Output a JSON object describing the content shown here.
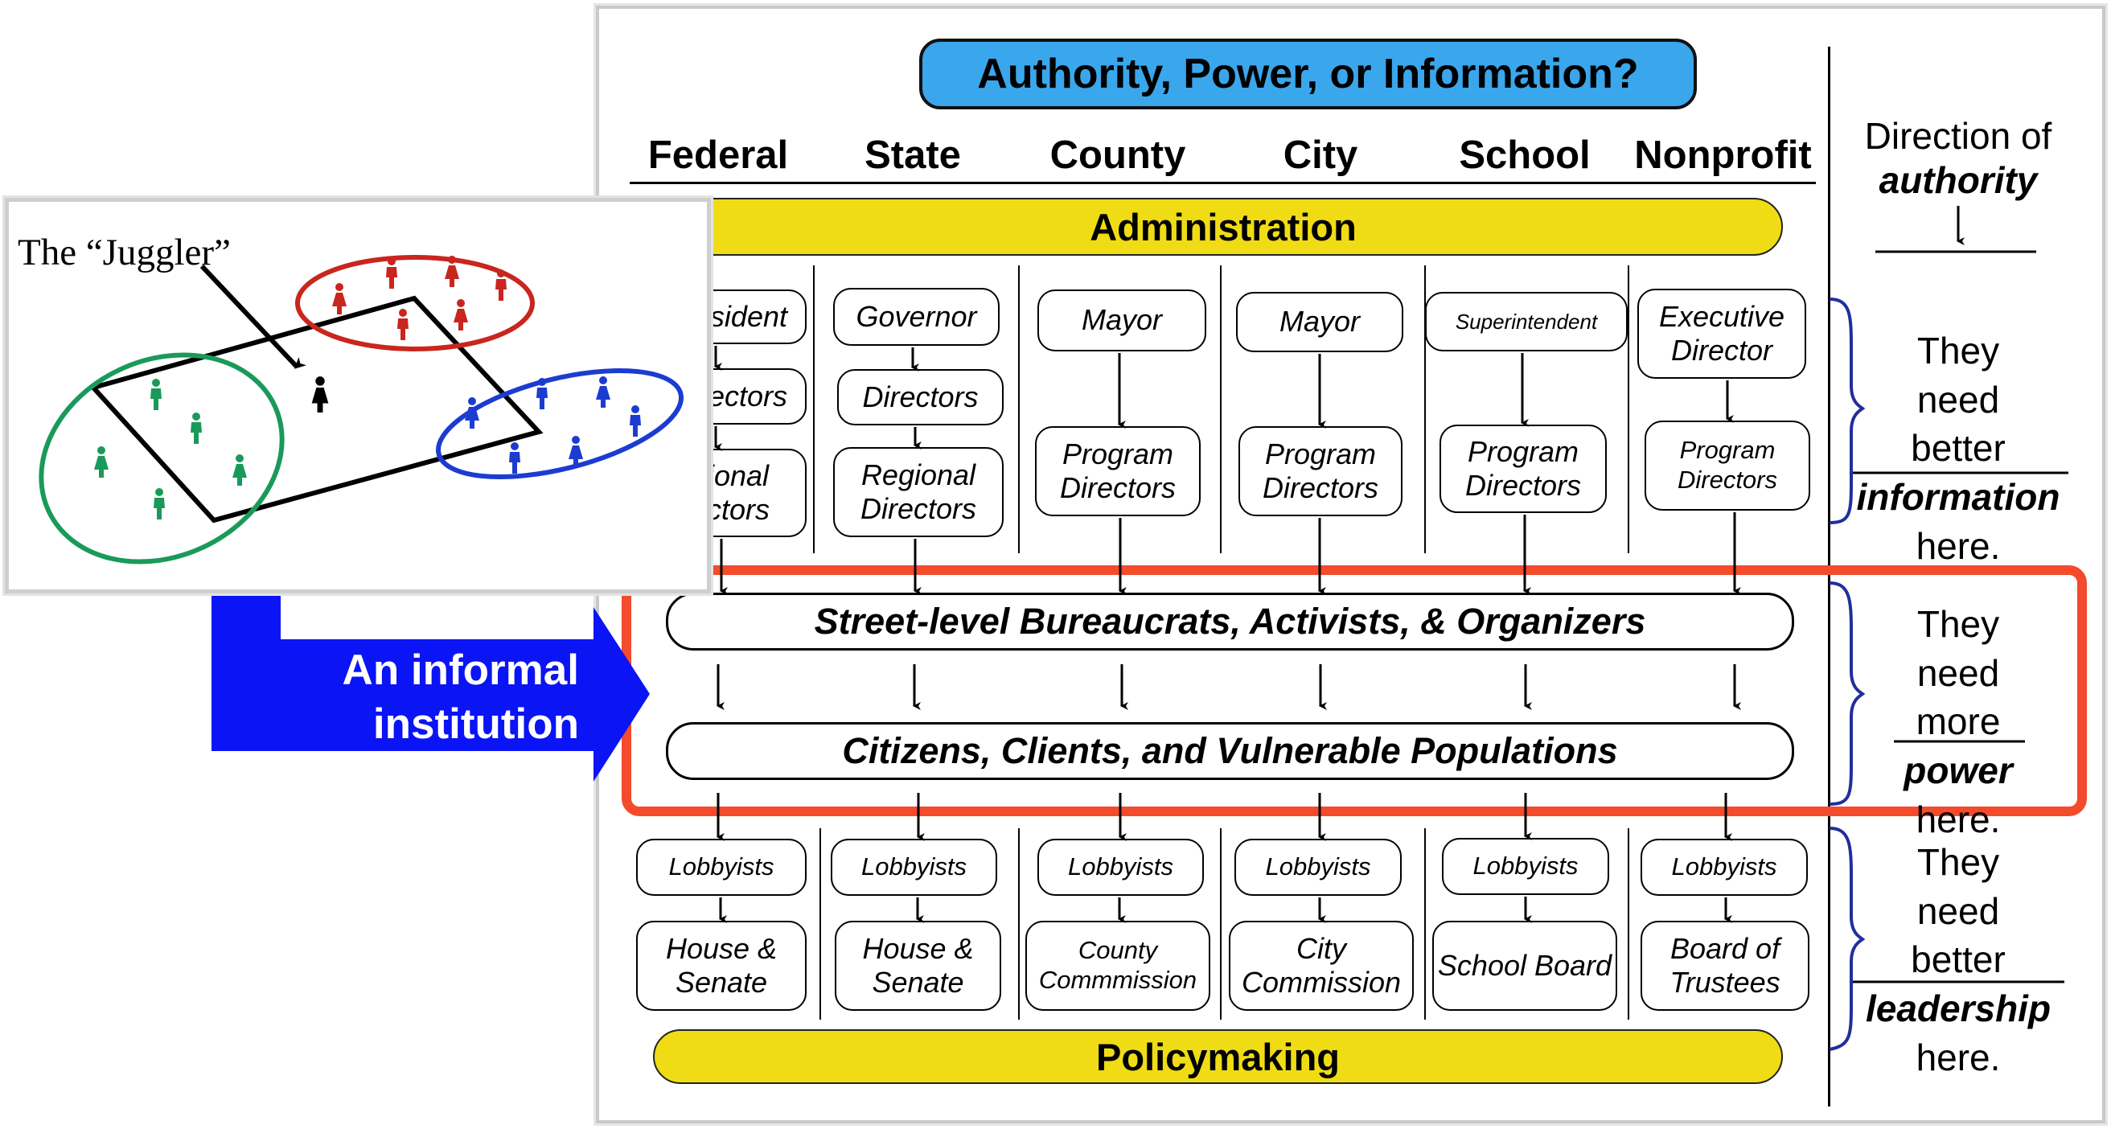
{
  "title": "Authority, Power, or Information?",
  "columns": [
    "Federal",
    "State",
    "County",
    "City",
    "School",
    "Nonprofit"
  ],
  "direction": {
    "line1": "Direction of",
    "line2": "authority"
  },
  "administration": "Administration",
  "policymaking": "Policymaking",
  "top_nodes": [
    [
      "esident",
      "ectors",
      "gional ectors"
    ],
    [
      "Governor",
      "Directors",
      "Regional Directors"
    ],
    [
      "Mayor",
      "Program Directors"
    ],
    [
      "Mayor",
      "Program Directors"
    ],
    [
      "Superintendent",
      "Program Directors"
    ],
    [
      "Executive Director",
      "Program Directors"
    ]
  ],
  "street_level": "Street-level Bureaucrats, Activists, & Organizers",
  "citizens": "Citizens, Clients, and Vulnerable Populations",
  "bottom_nodes": [
    [
      "Lobbyists",
      "House & Senate"
    ],
    [
      "Lobbyists",
      "House & Senate"
    ],
    [
      "Lobbyists",
      "County Commmission"
    ],
    [
      "Lobbyists",
      "City Commission"
    ],
    [
      "Lobbyists",
      "School Board"
    ],
    [
      "Lobbyists",
      "Board of Trustees"
    ]
  ],
  "side_notes": [
    {
      "pre": "They need better",
      "key": "information",
      "post": "here."
    },
    {
      "pre": "They need more",
      "key": "power",
      "post": "here."
    },
    {
      "pre": "They need better",
      "key": "leadership",
      "post": "here."
    }
  ],
  "inset": {
    "label": "The “Juggler”"
  },
  "callout": {
    "line1": "An informal",
    "line2": "institution"
  },
  "colors": {
    "title_bg": "#3aa6ec",
    "banner": "#f0dc14",
    "highlight": "#f34b2c",
    "callout": "#0a14f5",
    "brace": "#1f2f9c",
    "red_group": "#c8261e",
    "green_group": "#1a9a5a",
    "blue_group": "#1c3cd1"
  }
}
